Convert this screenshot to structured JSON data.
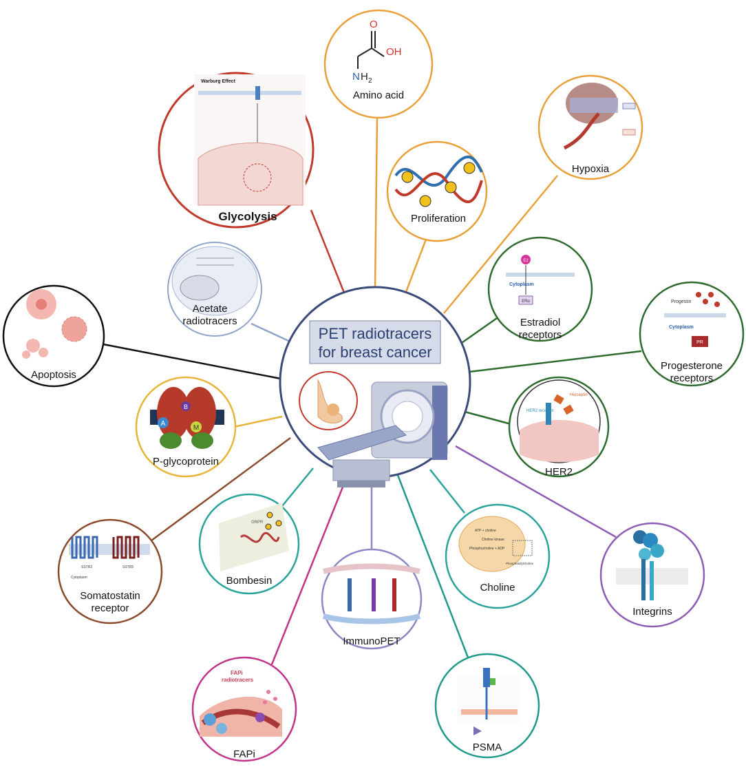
{
  "center": {
    "title_line1": "PET radiotracers",
    "title_line2": "for breast cancer"
  },
  "nodes": {
    "amino_acid": {
      "label": "Amino acid",
      "formula_o": "O",
      "formula_oh": "OH",
      "formula_n": "N",
      "formula_h2": "H",
      "formula_sub": "2"
    },
    "glycolysis": {
      "label": "Glycolysis",
      "inset_title": "Warburg Effect"
    },
    "hypoxia": {
      "label": "Hypoxia"
    },
    "proliferation": {
      "label": "Proliferation"
    },
    "acetate": {
      "label_line1": "Acetate",
      "label_line2": "radiotracers"
    },
    "estradiol": {
      "label_line1": "Estradiol",
      "label_line2": "receptors",
      "e2": "E2",
      "cytoplasm": "Cytoplasm",
      "receptor": "ERα"
    },
    "apoptosis": {
      "label": "Apoptosis"
    },
    "progesterone": {
      "label_line1": "Progesterone",
      "label_line2": "receptors",
      "ligand": "Progestin",
      "cytoplasm": "Cytoplasm",
      "receptor": "PR"
    },
    "pgp": {
      "label": "P-glycoprotein",
      "a": "A",
      "b": "B",
      "m": "M"
    },
    "her2": {
      "label": "HER2",
      "receptor_text": "HER2 receptor",
      "antibody_text": "Herceptin"
    },
    "somatostatin": {
      "label_line1": "Somatostatin",
      "label_line2": "receptor",
      "sstr2": "SSTR2",
      "sstr5": "SSTR5",
      "cyto": "Cytoplasm"
    },
    "bombesin": {
      "label": "Bombesin",
      "grpr": "GRPR"
    },
    "immunopet": {
      "label": "ImmunoPET"
    },
    "choline": {
      "label": "Choline",
      "line1": "ATP + choline",
      "line2": "Choline kinase",
      "line3": "Phosphocholine + ADP",
      "side": "Phosphatidylcholine"
    },
    "integrins": {
      "label": "Integrins"
    },
    "fapi": {
      "label": "FAPi",
      "inset_line1": "FAPi",
      "inset_line2": "radiotracers"
    },
    "psma": {
      "label": "PSMA"
    }
  },
  "colors": {
    "center_ring": "#3b4a7a",
    "glycolysis": "#c0392b",
    "amino_acid": "#e8a13a",
    "hypoxia": "#e8a13a",
    "proliferation": "#e8a13a",
    "acetate": "#8fa3c9",
    "estradiol": "#2e6b2e",
    "progesterone": "#2e6b2e",
    "her2": "#2e6b2e",
    "apoptosis": "#111111",
    "pgp": "#e8b43a",
    "somatostatin": "#8b4a2b",
    "bombesin": "#2aa39a",
    "immunopet": "#8f86c6",
    "choline": "#2aa39a",
    "integrins": "#8e5bb5",
    "fapi": "#c2338a",
    "psma": "#1f9a8a"
  }
}
